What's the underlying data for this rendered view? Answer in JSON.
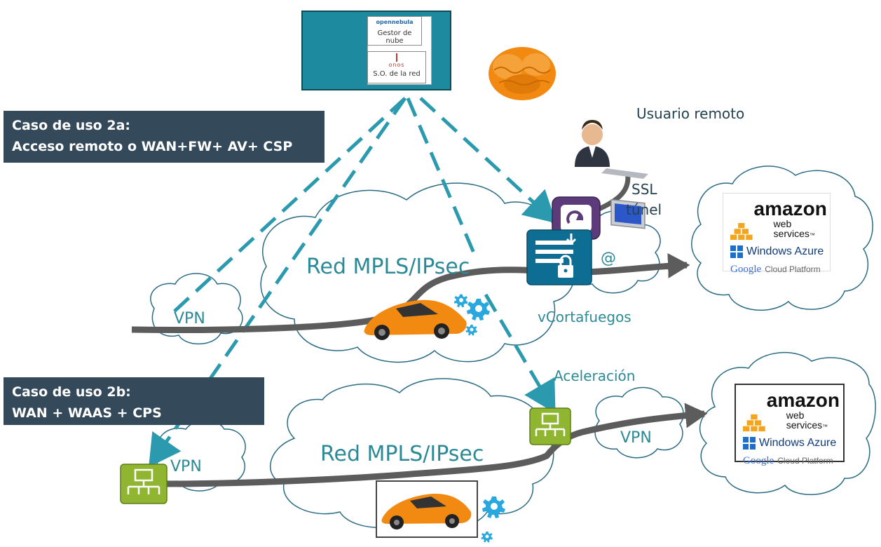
{
  "controller": {
    "cloud_manager_brand": "opennebula",
    "cloud_manager_label": "Gestor de nube",
    "network_os_brand": "onos",
    "network_os_label": "S.O. de la red"
  },
  "use_case_2a": {
    "line1": "Caso de uso 2a:",
    "line2": "Acceso remoto o WAN+FW+ AV+ CSP"
  },
  "use_case_2b": {
    "line1": "Caso de uso 2b:",
    "line2": "WAN + WAAS + CPS"
  },
  "labels": {
    "remote_user": "Usuario remoto",
    "ssl": "SSL",
    "tunnel": "túnel",
    "at": "@",
    "mpls_top": "Red MPLS/IPsec",
    "mpls_bottom": "Red MPLS/IPsec",
    "vpn_top": "VPN",
    "vpn_bottom_left": "VPN",
    "vpn_bottom_right": "VPN",
    "vfirewall": "vCortafuegos",
    "acceleration": "Aceleración"
  },
  "providers_top": {
    "amazon": "amazon",
    "web_services": "web services",
    "tm": "™",
    "azure": "Windows Azure",
    "google": "Google",
    "cloud_platform": "Cloud Platform"
  },
  "providers_bottom": {
    "amazon": "amazon",
    "web_services": "web services",
    "tm": "™",
    "azure": "Windows Azure",
    "google": "Google",
    "cloud_platform": "Cloud Platform"
  },
  "colors": {
    "dash_line": "#2b9aae",
    "path": "#5c5c5c",
    "panel": "#34495a",
    "accent_teal": "#2c8a96",
    "router_green": "#8fb531",
    "car_orange": "#f28a12",
    "gear_blue": "#29a8e0",
    "controller_bg": "#1d8aa0"
  }
}
